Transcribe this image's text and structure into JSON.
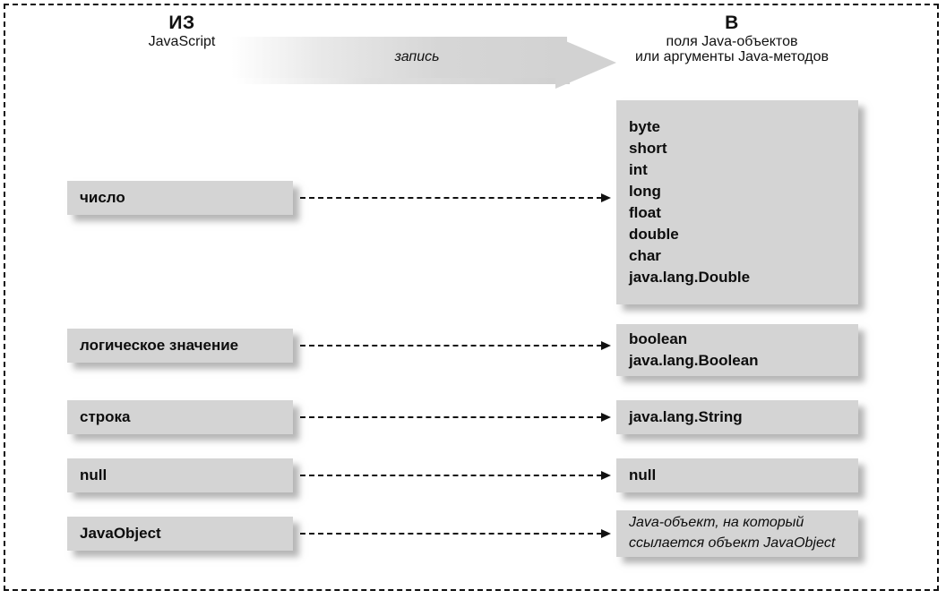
{
  "figure": {
    "headers": {
      "left": {
        "title": "ИЗ",
        "subtitle": "JavaScript"
      },
      "right": {
        "title": "В",
        "subtitle_line1": "поля Java-объектов",
        "subtitle_line2": "или аргументы Java-методов"
      }
    },
    "flow_arrow": {
      "label": "запись"
    },
    "colors": {
      "box_fill": "#d4d4d4",
      "box_shadow": "#8c8c8c",
      "arrow_fill": "#d2d2d2",
      "text": "#111111",
      "frame": "#111111"
    },
    "rows": [
      {
        "source": {
          "label": "число"
        },
        "target": {
          "lines": [
            "byte",
            "short",
            "int",
            "long",
            "float",
            "double",
            "char",
            "java.lang.Double"
          ],
          "italic": false
        }
      },
      {
        "source": {
          "label": "логическое значение"
        },
        "target": {
          "lines": [
            "boolean",
            "java.lang.Boolean"
          ],
          "italic": false
        }
      },
      {
        "source": {
          "label": "строка"
        },
        "target": {
          "lines": [
            "java.lang.String"
          ],
          "italic": false
        }
      },
      {
        "source": {
          "label": "null"
        },
        "target": {
          "lines": [
            "null"
          ],
          "italic": false
        }
      },
      {
        "source": {
          "label": "JavaObject"
        },
        "target": {
          "lines": [
            "Java-объект, на который",
            "ссылается объект JavaObject"
          ],
          "italic": true
        }
      }
    ]
  }
}
